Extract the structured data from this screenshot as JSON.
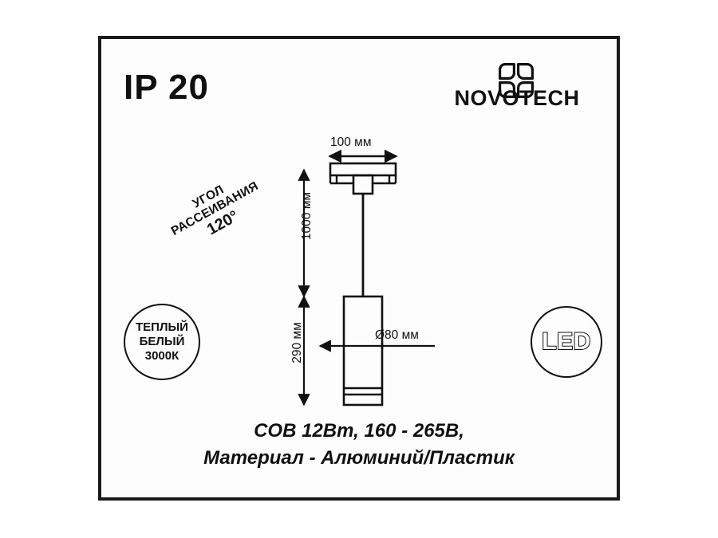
{
  "product_card": {
    "ip_rating": "IP 20",
    "brand": {
      "wordmark": "NOVOTECH",
      "mark": "pinwheel-4-petal"
    },
    "beam_angle": {
      "line1": "УГОЛ",
      "line2": "РАССЕИВАНИЯ",
      "value": "120°"
    },
    "color_temperature": {
      "line1": "ТЕПЛЫЙ",
      "line2": "БЕЛЫЙ",
      "line3": "3000К"
    },
    "light_source_badge": "LED",
    "dimensions": {
      "width": "100 мм",
      "suspension_height": "1000 мм",
      "body_height": "290 мм",
      "diameter": "Ø80 мм"
    },
    "specs": {
      "line1": "COB 12Вт, 160 - 265В,",
      "line2": "Материал - Алюминий/Пластик"
    },
    "colors": {
      "ink": "#111111",
      "frame": "#1a1a1a",
      "background": "#ffffff"
    }
  }
}
